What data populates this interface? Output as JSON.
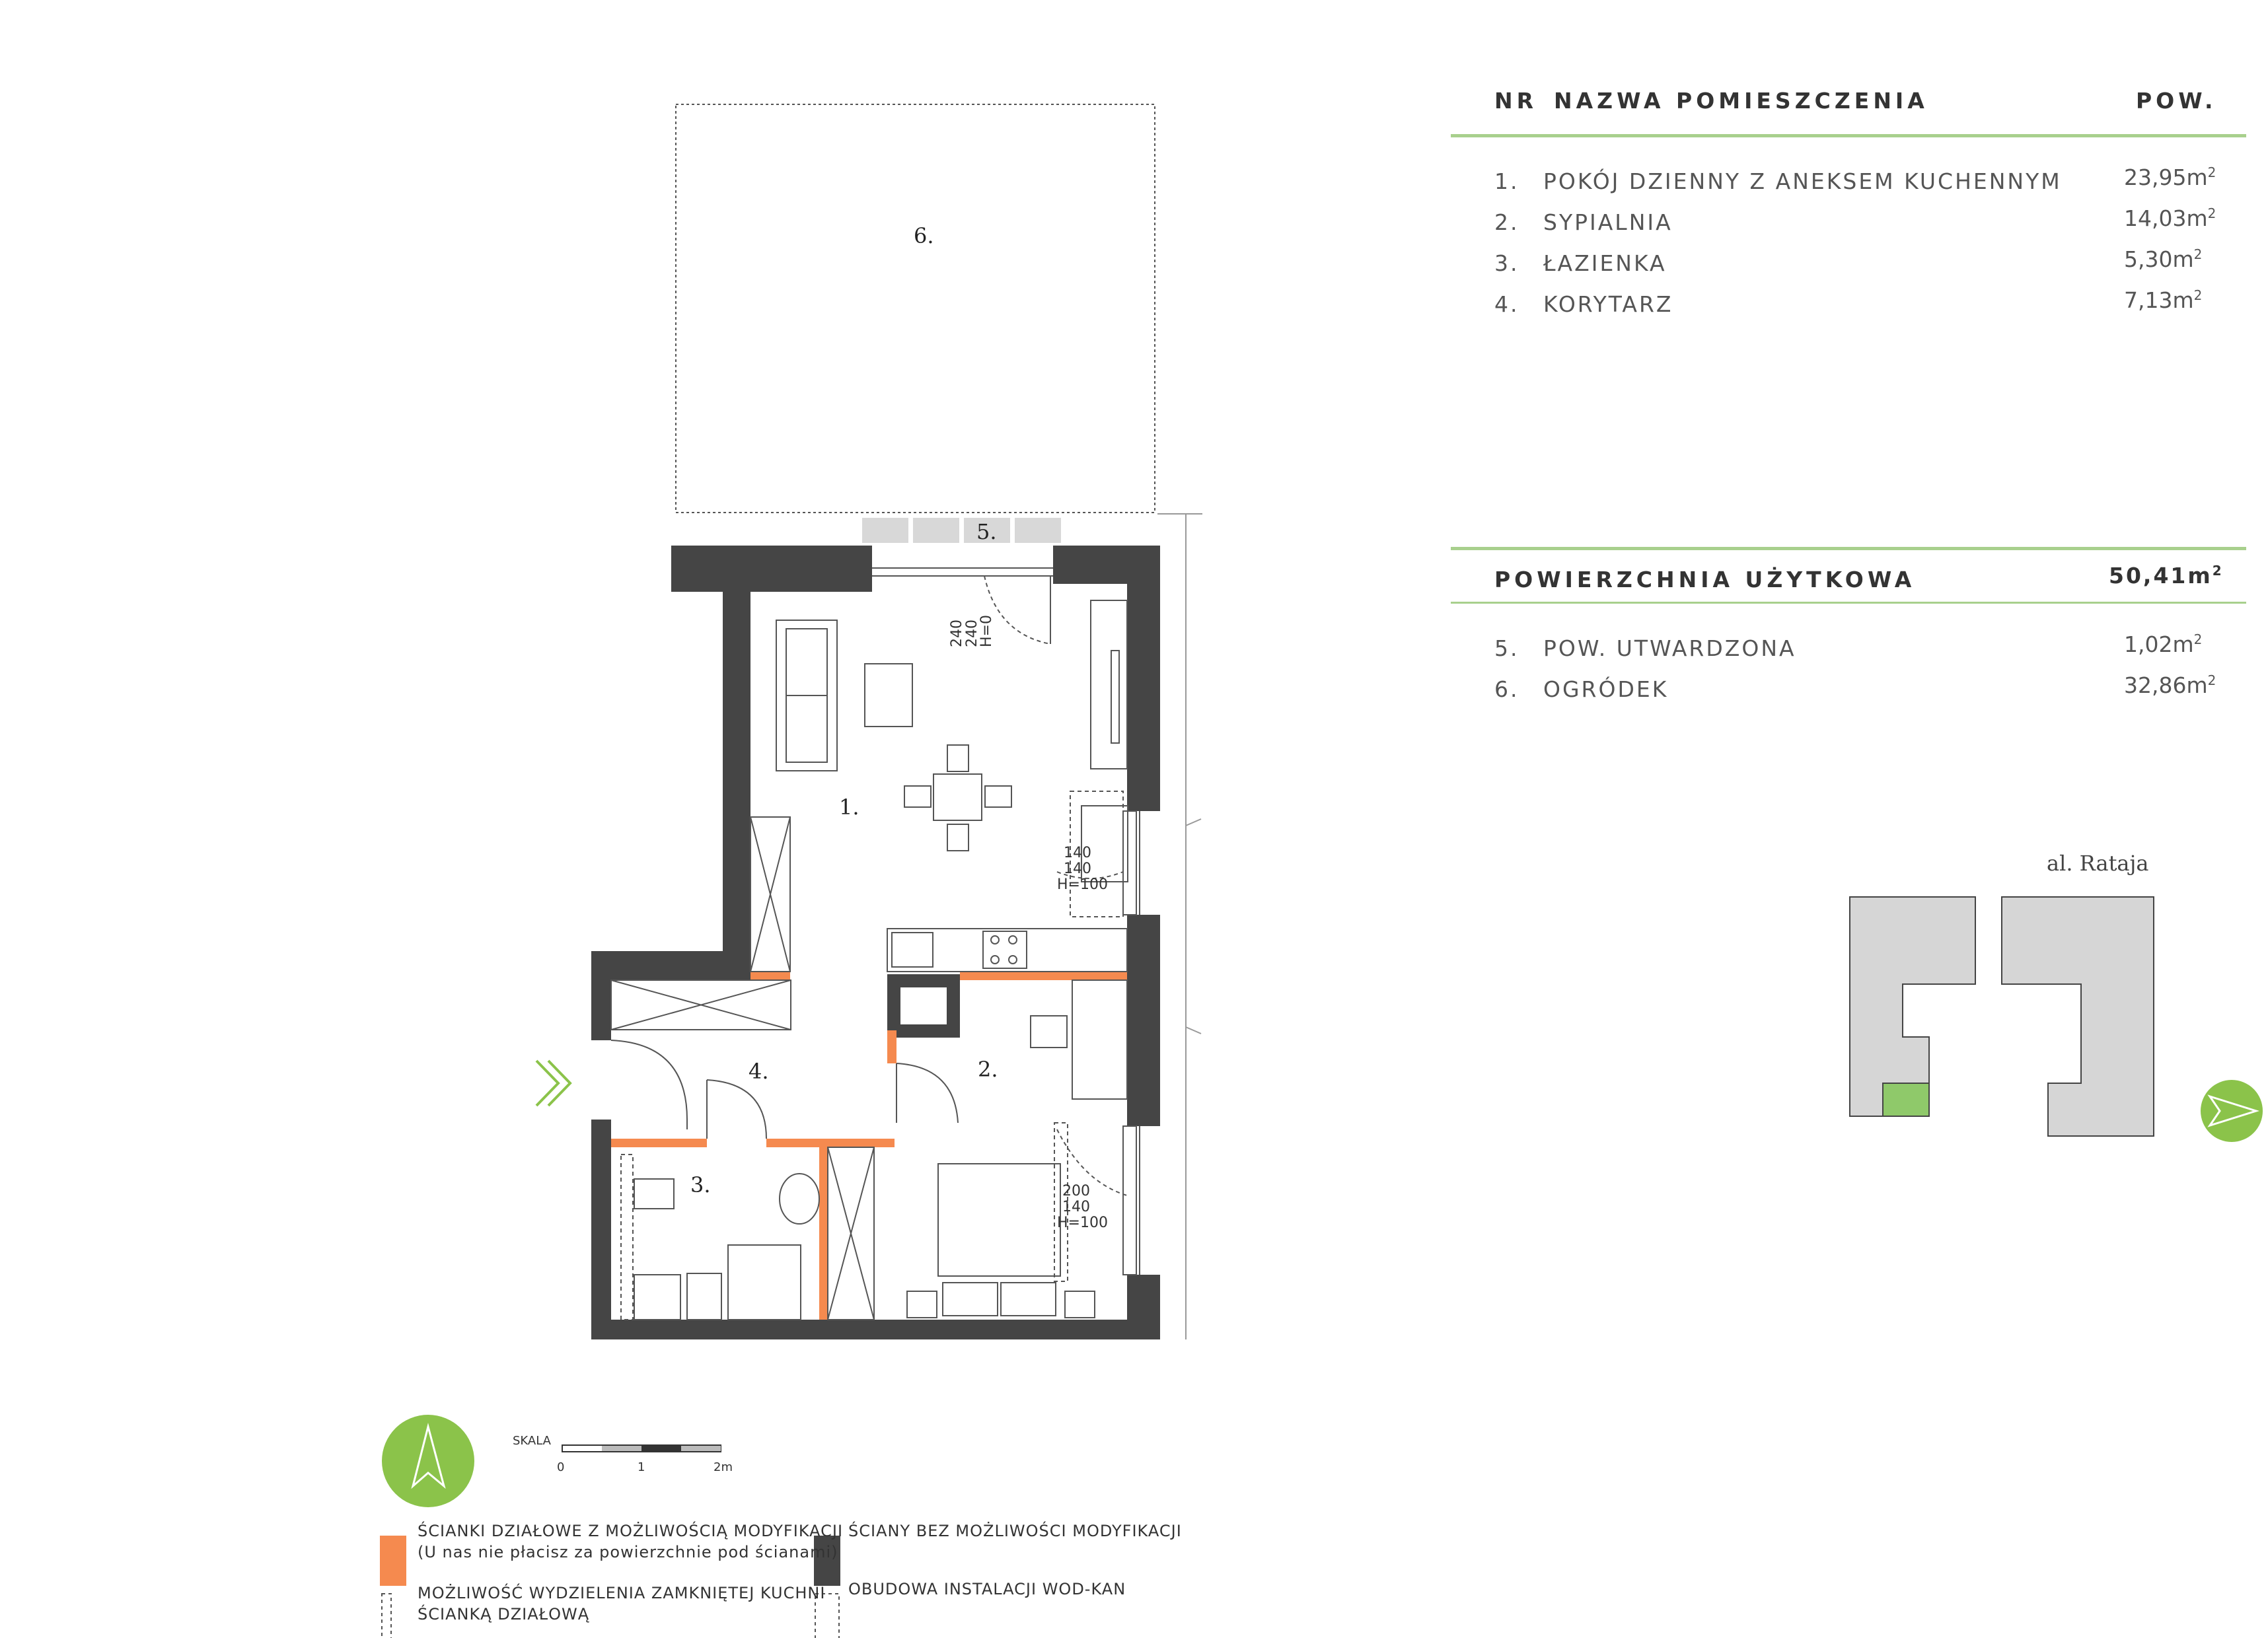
{
  "table": {
    "col_nr": "NR",
    "col_name": "NAZWA POMIESZCZENIA",
    "col_area": "POW.",
    "rooms": [
      {
        "nr": "1.",
        "name": "POKÓJ DZIENNY Z ANEKSEM KUCHENNYM",
        "area": "23,95m",
        "unit_exp": "2"
      },
      {
        "nr": "2.",
        "name": "SYPIALNIA",
        "area": "14,03m",
        "unit_exp": "2"
      },
      {
        "nr": "3.",
        "name": "ŁAZIENKA",
        "area": "5,30m",
        "unit_exp": "2"
      },
      {
        "nr": "4.",
        "name": "KORYTARZ",
        "area": "7,13m",
        "unit_exp": "2"
      }
    ],
    "total_label": "POWIERZCHNIA UŻYTKOWA",
    "total_value": "50,41m",
    "total_exp": "2",
    "extras": [
      {
        "nr": "5.",
        "name": "POW. UTWARDZONA",
        "area": "1,02m",
        "unit_exp": "2"
      },
      {
        "nr": "6.",
        "name": "OGRÓDEK",
        "area": "32,86m",
        "unit_exp": "2"
      }
    ]
  },
  "plan": {
    "room_labels": [
      "1.",
      "2.",
      "3.",
      "4.",
      "5.",
      "6."
    ],
    "dims": {
      "balcony_door": [
        "240",
        "240",
        "H=0"
      ],
      "window_right": [
        "140",
        "140",
        "H=100"
      ],
      "window_bedroom": [
        "200",
        "140",
        "H=100"
      ]
    },
    "street_label": "al. Rataja"
  },
  "scale": {
    "title": "SKALA",
    "ticks": [
      "0",
      "1",
      "2m"
    ]
  },
  "legend": [
    {
      "icon": "orange-wall-swatch",
      "lines": [
        "ŚCIANKI DZIAŁOWE Z MOŻLIWOŚCIĄ MODYFIKACJI",
        "(U nas nie płacisz za powierzchnie pod ścianami)"
      ]
    },
    {
      "icon": "dark-wall-swatch",
      "lines": [
        "ŚCIANY BEZ MOŻLIWOŚCI MODYFIKACJI"
      ]
    },
    {
      "icon": "dashed-swatch",
      "lines": [
        "MOŻLIWOŚĆ WYDZIELENIA ZAMKNIĘTEJ KUCHNI",
        "ŚCIANKĄ DZIAŁOWĄ"
      ]
    },
    {
      "icon": "dashed-swatch",
      "lines": [
        "OBUDOWA INSTALACJI WOD-KAN"
      ]
    }
  ],
  "colors": {
    "fixed_wall": "#454545",
    "modifiable_wall": "#f58a4f",
    "accent_green": "#8bc34a",
    "line_green": "#a8d08d",
    "highlight_unit": "#8fc96a"
  }
}
